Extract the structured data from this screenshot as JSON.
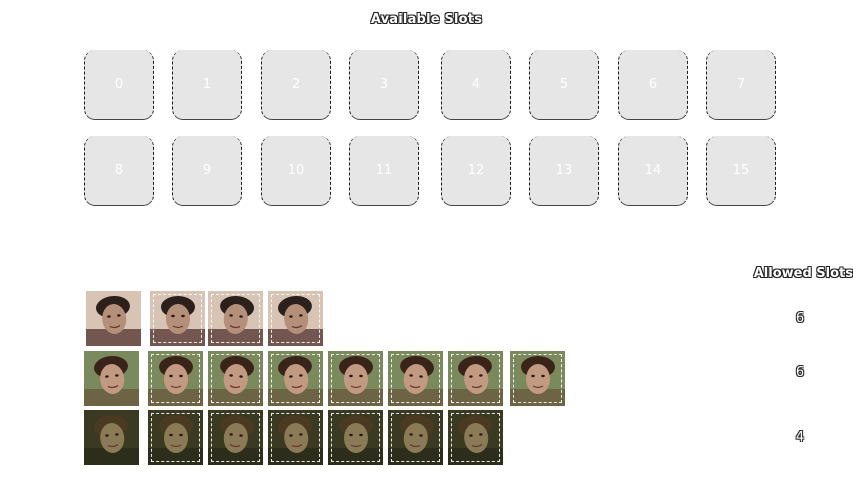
{
  "header": {
    "title": "Available Slots"
  },
  "slots": [
    "0",
    "1",
    "2",
    "3",
    "4",
    "5",
    "6",
    "7",
    "8",
    "9",
    "10",
    "11",
    "12",
    "13",
    "14",
    "15"
  ],
  "allowed": {
    "header": "Allowed Slots",
    "counts": [
      "6",
      "6",
      "4"
    ]
  },
  "face_groups": [
    {
      "count": 4,
      "palette": {
        "bg": "#d8c4b4",
        "skin": "#b48f7a",
        "hair": "#2b201c",
        "shirt": "#5a3b36"
      }
    },
    {
      "count": 8,
      "palette": {
        "bg": "#7b8a5d",
        "skin": "#c29a82",
        "hair": "#3a241a",
        "shirt": "#6a5a40"
      }
    },
    {
      "count": 7,
      "palette": {
        "bg": "#3a3a22",
        "skin": "#8a7a55",
        "hair": "#4a3a22",
        "shirt": "#2a2a1a"
      }
    }
  ]
}
